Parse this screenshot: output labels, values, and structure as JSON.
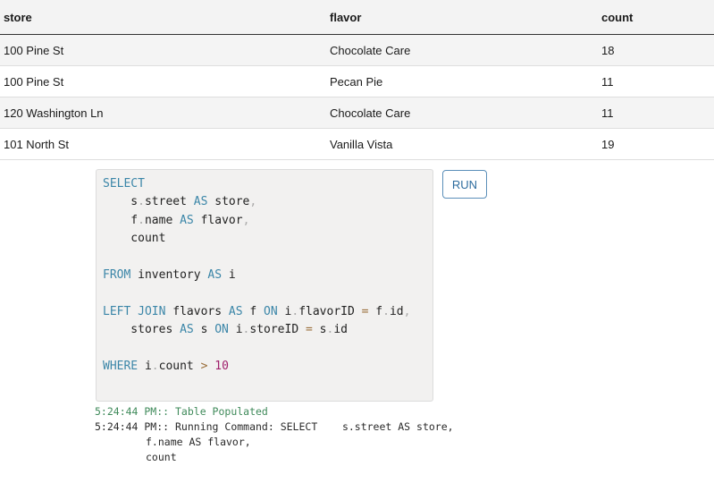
{
  "table": {
    "headers": [
      "store",
      "flavor",
      "count"
    ],
    "rows": [
      [
        "100 Pine St",
        "Chocolate Care",
        "18"
      ],
      [
        "100 Pine St",
        "Pecan Pie",
        "11"
      ],
      [
        "120 Washington Ln",
        "Chocolate Care",
        "11"
      ],
      [
        "101 North St",
        "Vanilla Vista",
        "19"
      ]
    ]
  },
  "editor": {
    "lines": [
      [
        {
          "t": "SELECT",
          "c": "kw"
        }
      ],
      [
        {
          "t": "    s"
        },
        {
          "t": ".",
          "c": "dim"
        },
        {
          "t": "street "
        },
        {
          "t": "AS",
          "c": "kw"
        },
        {
          "t": " store"
        },
        {
          "t": ",",
          "c": "dim"
        }
      ],
      [
        {
          "t": "    f"
        },
        {
          "t": ".",
          "c": "dim"
        },
        {
          "t": "name "
        },
        {
          "t": "AS",
          "c": "kw"
        },
        {
          "t": " flavor"
        },
        {
          "t": ",",
          "c": "dim"
        }
      ],
      [
        {
          "t": "    count"
        }
      ],
      [],
      [
        {
          "t": "FROM",
          "c": "kw"
        },
        {
          "t": " inventory "
        },
        {
          "t": "AS",
          "c": "kw"
        },
        {
          "t": " i"
        }
      ],
      [],
      [
        {
          "t": "LEFT JOIN",
          "c": "kw"
        },
        {
          "t": " flavors "
        },
        {
          "t": "AS",
          "c": "kw"
        },
        {
          "t": " f "
        },
        {
          "t": "ON",
          "c": "kw"
        },
        {
          "t": " i"
        },
        {
          "t": ".",
          "c": "dim"
        },
        {
          "t": "flavorID "
        },
        {
          "t": "=",
          "c": "op"
        },
        {
          "t": " f"
        },
        {
          "t": ".",
          "c": "dim"
        },
        {
          "t": "id"
        },
        {
          "t": ",",
          "c": "dim"
        }
      ],
      [
        {
          "t": "    stores "
        },
        {
          "t": "AS",
          "c": "kw"
        },
        {
          "t": " s "
        },
        {
          "t": "ON",
          "c": "kw"
        },
        {
          "t": " i"
        },
        {
          "t": ".",
          "c": "dim"
        },
        {
          "t": "storeID "
        },
        {
          "t": "=",
          "c": "op"
        },
        {
          "t": " s"
        },
        {
          "t": ".",
          "c": "dim"
        },
        {
          "t": "id"
        }
      ],
      [],
      [
        {
          "t": "WHERE",
          "c": "kw"
        },
        {
          "t": " i"
        },
        {
          "t": ".",
          "c": "dim"
        },
        {
          "t": "count "
        },
        {
          "t": ">",
          "c": "op"
        },
        {
          "t": " "
        },
        {
          "t": "10",
          "c": "num"
        }
      ]
    ]
  },
  "run_button": {
    "label": "RUN"
  },
  "log": {
    "entry1": "5:24:44 PM:: Table Populated",
    "entry2": "5:24:44 PM:: Running Command: SELECT    s.street AS store,",
    "entry2_cont1": "f.name AS flavor,",
    "entry2_cont2": "count"
  },
  "colors": {
    "keyword": "#3b86a8",
    "number": "#a0206c",
    "success_log": "#3f8a5a",
    "run_button": "#2d6c9e"
  }
}
